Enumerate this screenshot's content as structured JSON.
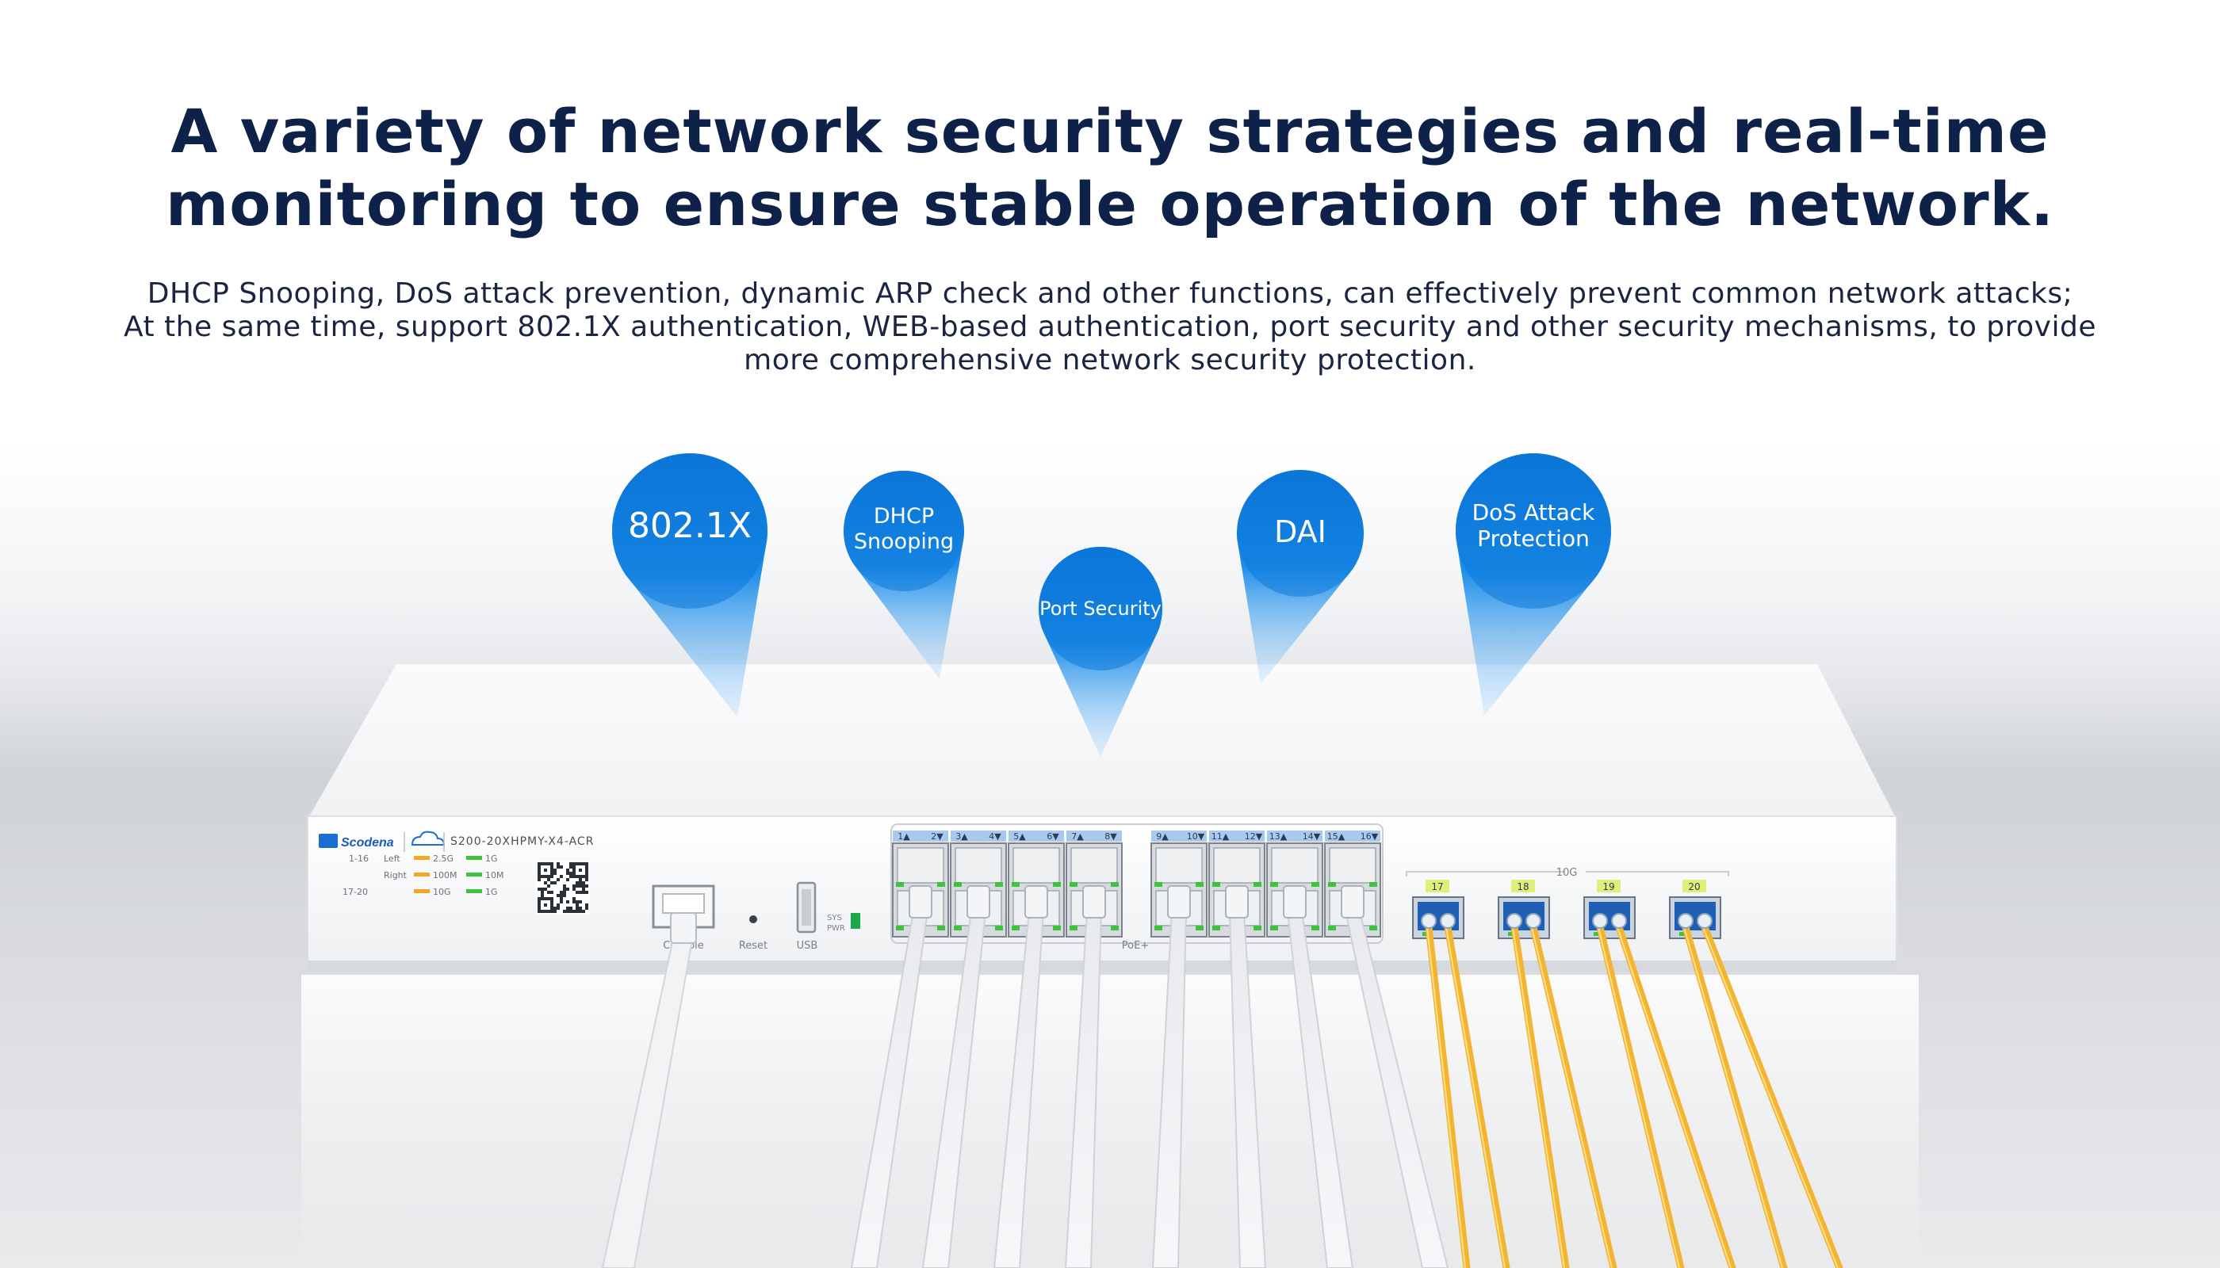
{
  "heading": {
    "line1": "A variety of network security strategies and real-time",
    "line2": "monitoring to ensure stable operation of the network."
  },
  "description": {
    "line1": "DHCP Snooping, DoS attack prevention, dynamic ARP check and other functions, can effectively prevent common network attacks;",
    "line2": "At the same time, support 802.1X authentication, WEB-based authentication, port security and other security mechanisms, to provide",
    "line3": "more comprehensive network security protection."
  },
  "features": {
    "dot1x": "802.1X",
    "dhcp_line1": "DHCP",
    "dhcp_line2": "Snooping",
    "port_security": "Port Security",
    "dai": "DAI",
    "dos_line1": "DoS Attack",
    "dos_line2": "Protection"
  },
  "device": {
    "brand": "Scodena",
    "model": "S200-20XHPMY-X4-ACR",
    "legend": {
      "r1c1": "1-16",
      "r1c2": "Left",
      "r1c3": "2.5G",
      "r1c4": "1G",
      "r2c2": "Right",
      "r2c3": "100M",
      "r2c4": "10M",
      "r3c1": "17-20",
      "r3c3": "10G",
      "r3c4": "1G"
    },
    "console_label": "Console",
    "reset_label": "Reset",
    "usb_label": "USB",
    "sys_label": "SYS",
    "pwr_label": "PWR",
    "poe_label": "PoE+",
    "sfp_group_label": "10G",
    "port_numbers": [
      "1▲",
      "2▼",
      "3▲",
      "4▼",
      "5▲",
      "6▼",
      "7▲",
      "8▼",
      "9▲",
      "10▼",
      "11▲",
      "12▼",
      "13▲",
      "14▼",
      "15▲",
      "16▼"
    ],
    "sfp_numbers": [
      "17",
      "18",
      "19",
      "20"
    ]
  },
  "colors": {
    "heading": "#0e2149",
    "pin_blue": "#1484e0",
    "fiber": "#f3b432",
    "led_green": "#3cc43c",
    "led_orange": "#f5a623"
  }
}
